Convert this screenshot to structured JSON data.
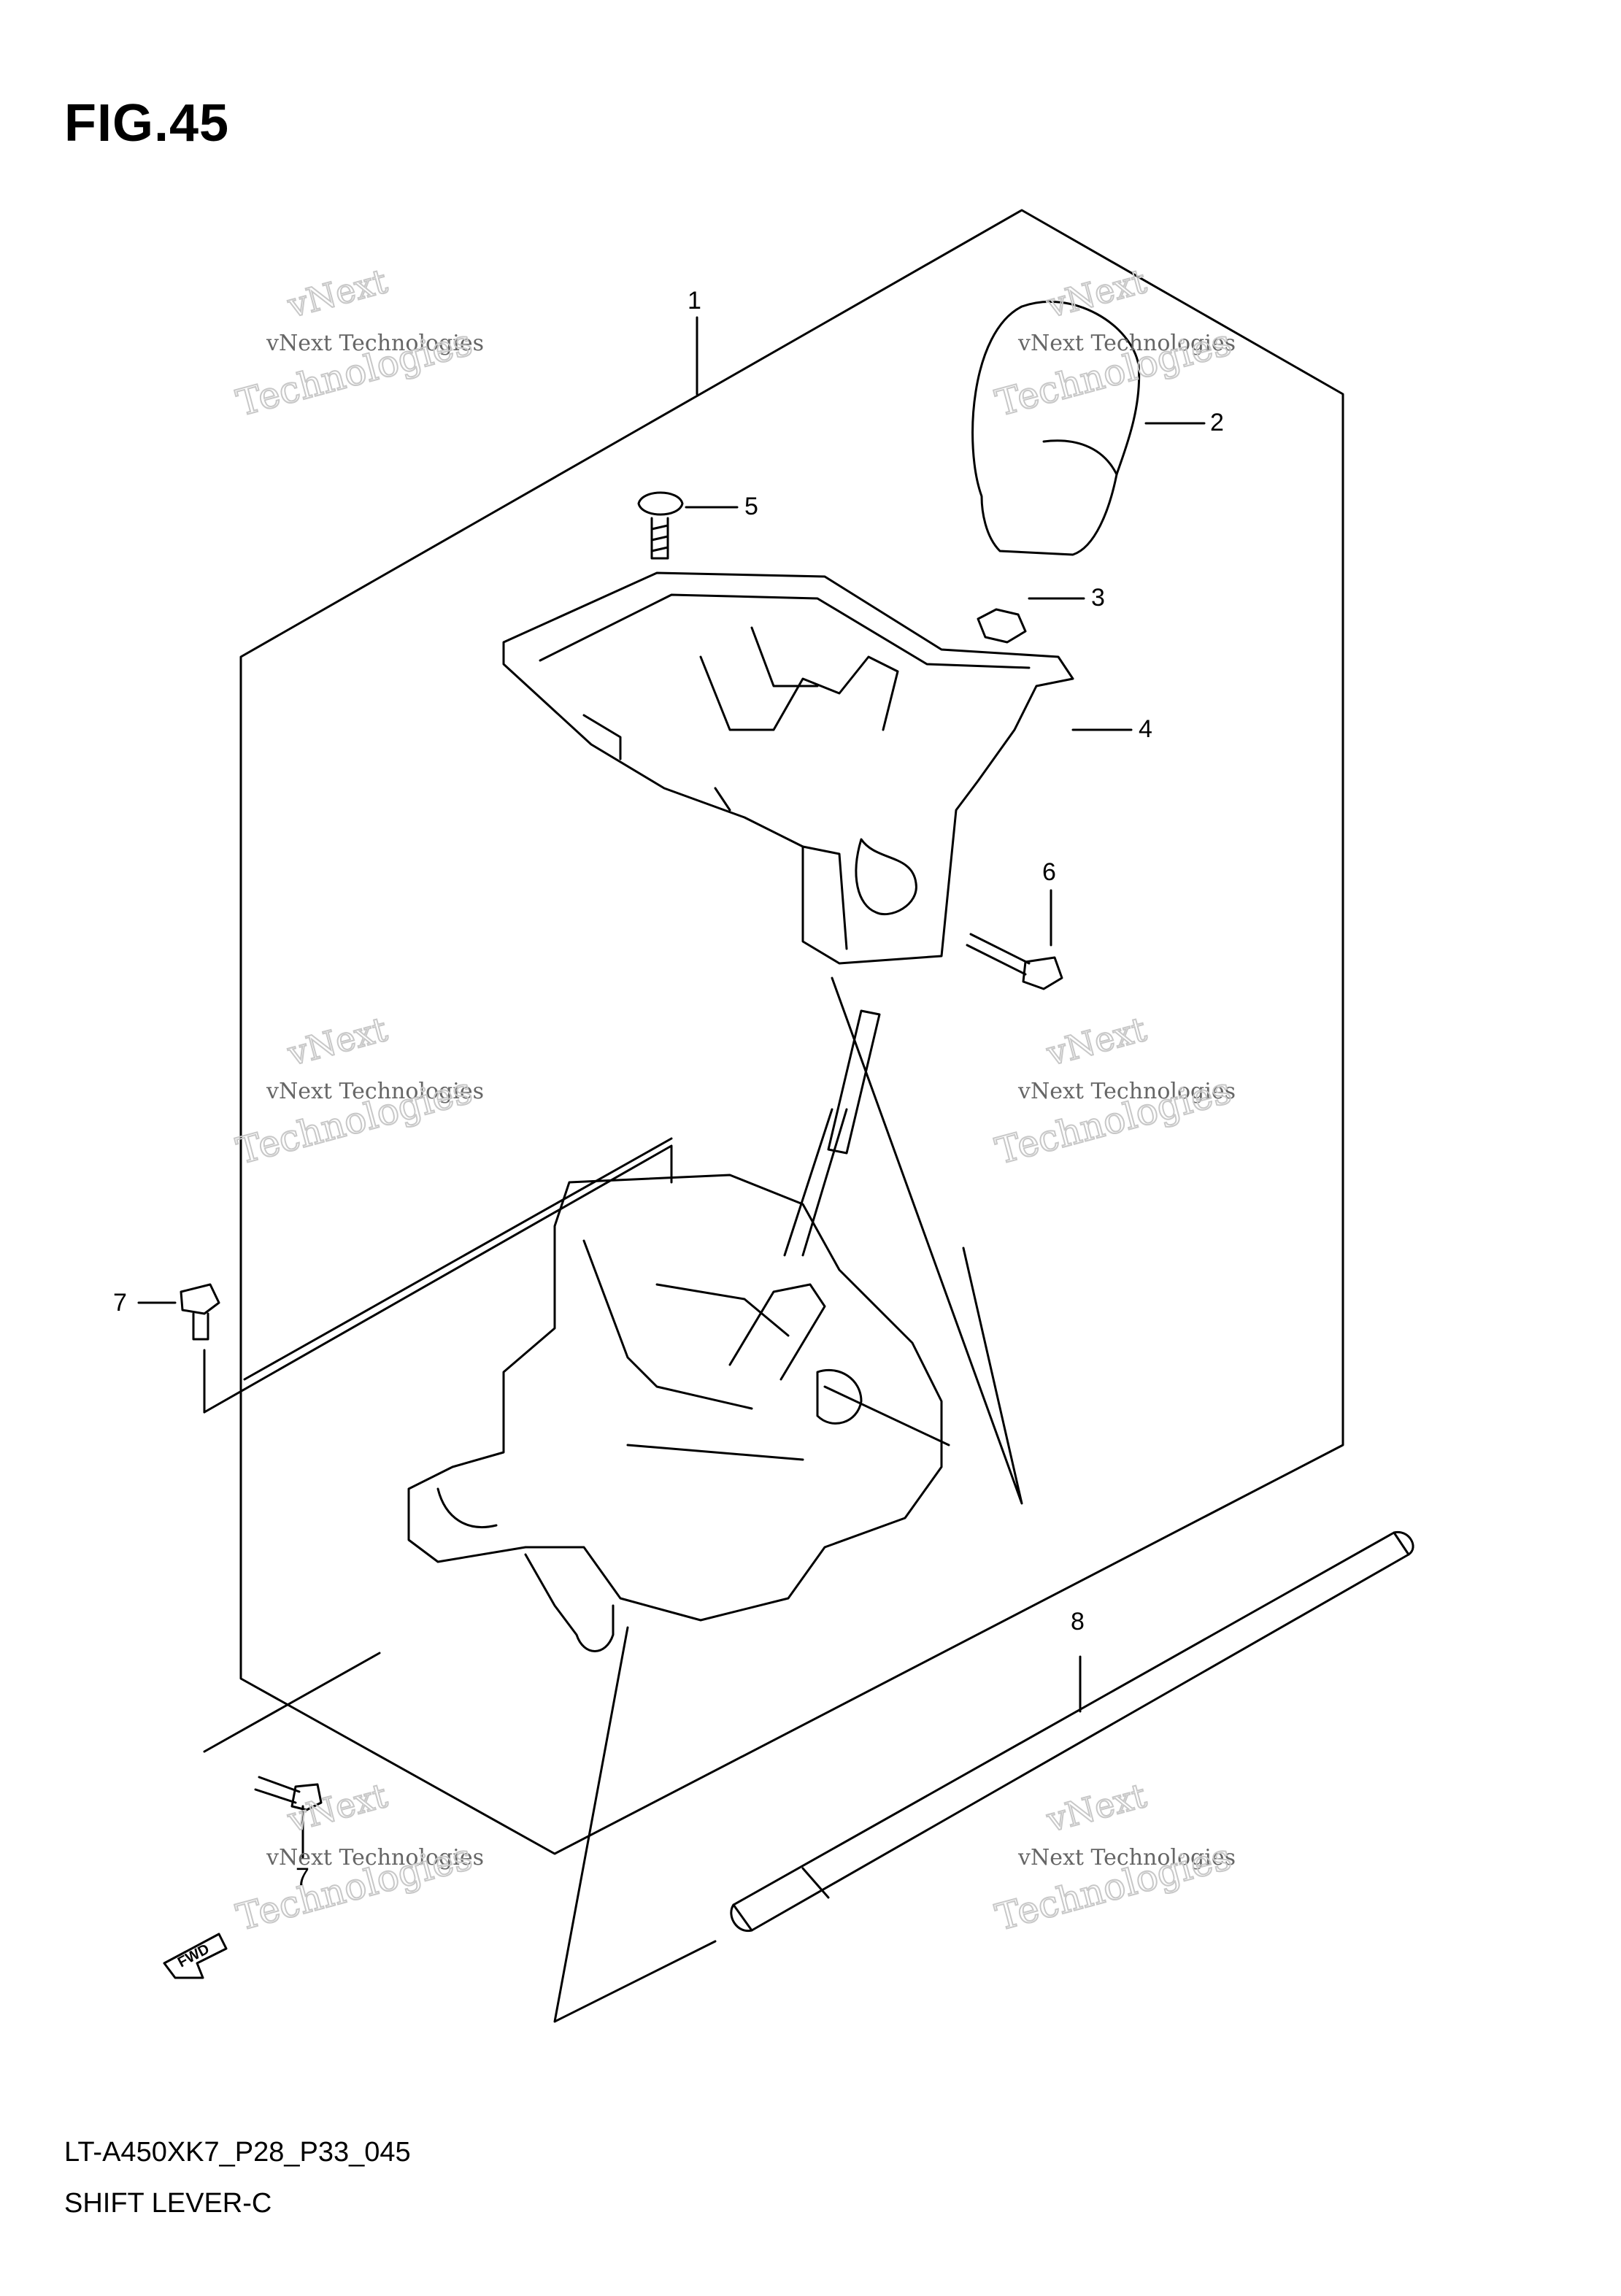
{
  "figure_title": "FIG.45",
  "callouts": [
    {
      "id": "c1",
      "label": "1"
    },
    {
      "id": "c2",
      "label": "2"
    },
    {
      "id": "c3",
      "label": "3"
    },
    {
      "id": "c4",
      "label": "4"
    },
    {
      "id": "c5",
      "label": "5"
    },
    {
      "id": "c6",
      "label": "6"
    },
    {
      "id": "c7a",
      "label": "7"
    },
    {
      "id": "c7b",
      "label": "7"
    },
    {
      "id": "c8",
      "label": "8"
    }
  ],
  "fwd_label": "FWD",
  "watermark": {
    "line1": "vNext Technologies",
    "line2": "vNext",
    "line3": "Technologies"
  },
  "footer": {
    "code": "LT-A450XK7_P28_P33_045",
    "description": "SHIFT LEVER-C"
  }
}
